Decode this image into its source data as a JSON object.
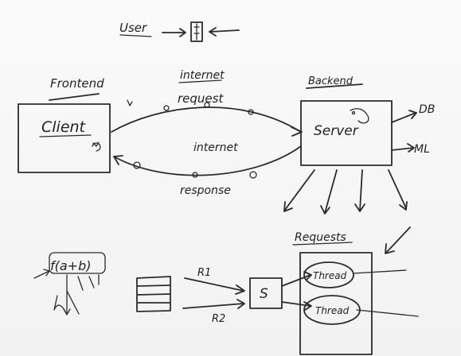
{
  "top_note": {
    "user": "User"
  },
  "labels": {
    "frontend": "Frontend",
    "client": "Client",
    "internet_top": "internet",
    "request": "request",
    "internet_mid": "internet",
    "response": "response",
    "backend": "Backend",
    "server": "Server",
    "db": "DB",
    "ml": "ML",
    "requests": "Requests",
    "f_call": "f(a+b)",
    "r1": "R1",
    "r2": "R2",
    "scheduler": "S",
    "thread_1": "Thread",
    "thread_2": "Thread"
  },
  "colors": {
    "ink": "#2b2b2b",
    "board": "#f5f5f5"
  }
}
